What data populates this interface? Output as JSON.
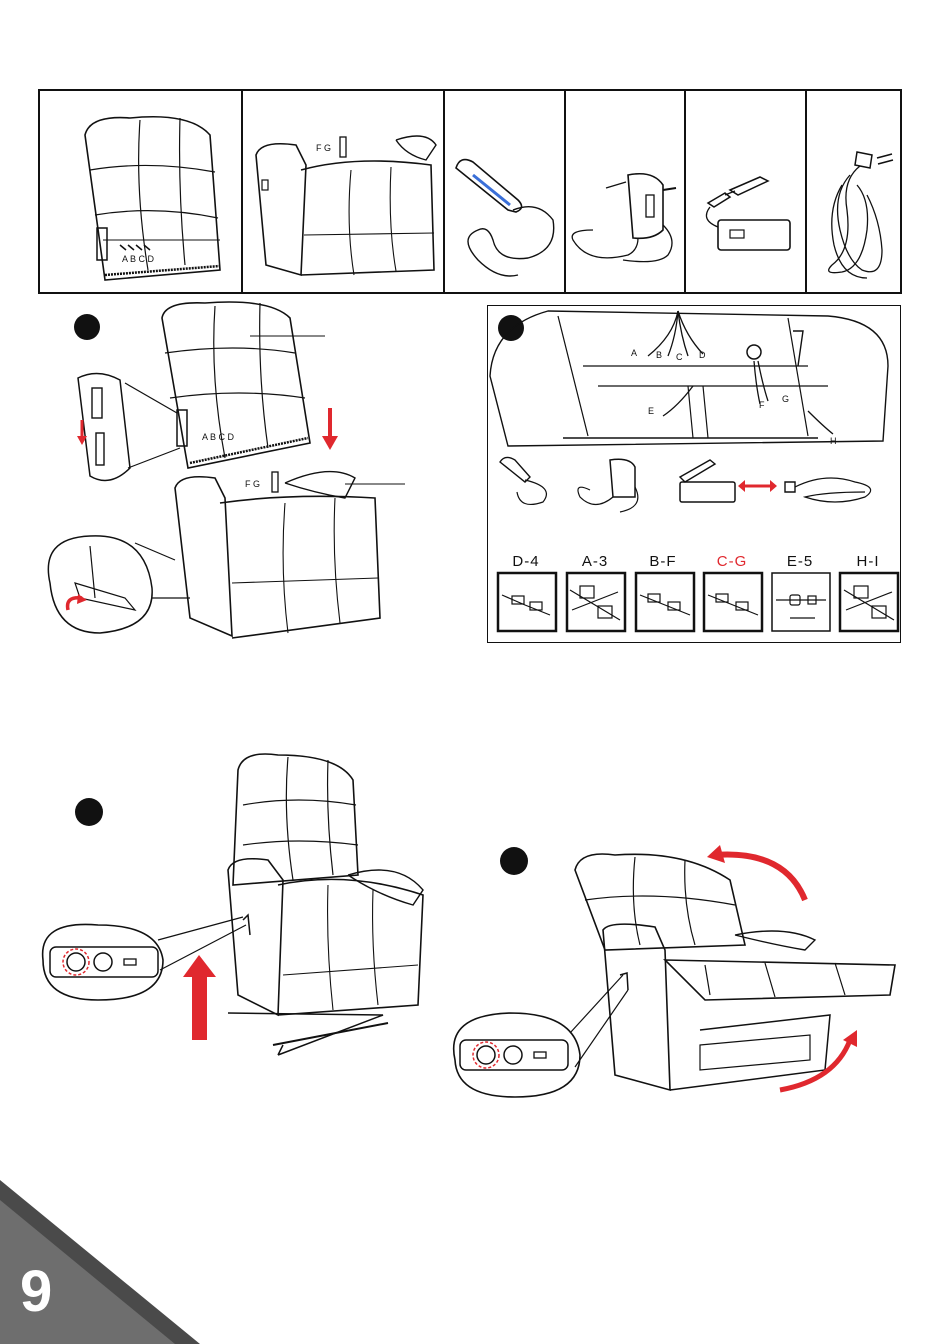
{
  "parts_row": {
    "items": [
      {
        "name": "backrest",
        "labels": [
          "A",
          "B",
          "C",
          "D"
        ]
      },
      {
        "name": "seat",
        "labels": [
          "F",
          "G"
        ]
      },
      {
        "name": "hand-control"
      },
      {
        "name": "power-adapter"
      },
      {
        "name": "battery-box"
      },
      {
        "name": "power-cord"
      }
    ]
  },
  "step1": {
    "seat_labels": "F G",
    "backrest_labels": "A B C D"
  },
  "step2": {
    "cable_labels": [
      "A",
      "B",
      "C",
      "D",
      "E",
      "F",
      "G",
      "H"
    ],
    "connections": [
      {
        "label": "D-4",
        "color": "#222222"
      },
      {
        "label": "A-3",
        "color": "#222222"
      },
      {
        "label": "B-F",
        "color": "#222222"
      },
      {
        "label": "C-G",
        "color": "#e0282e"
      },
      {
        "label": "E-5",
        "color": "#222222"
      },
      {
        "label": "H-I",
        "color": "#222222"
      }
    ]
  },
  "accent_color": "#e0282e",
  "page_number": "9"
}
